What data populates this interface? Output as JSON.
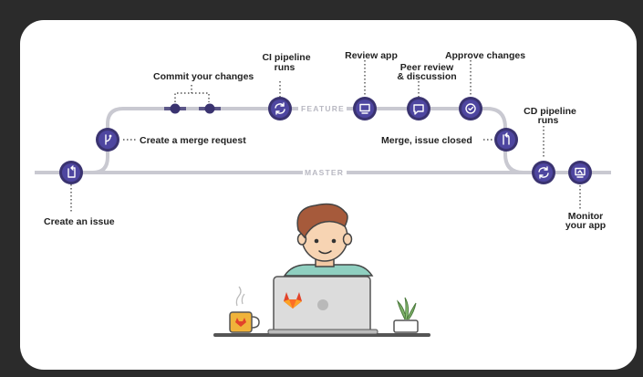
{
  "labels": {
    "create_issue": "Create an issue",
    "merge_request": "Create a merge request",
    "commit_changes": "Commit your changes",
    "ci_pipeline_1": "CI pipeline",
    "ci_pipeline_2": "runs",
    "review_app": "Review app",
    "peer_review_1": "Peer review",
    "peer_review_2": "& discussion",
    "approve_changes": "Approve changes",
    "cd_pipeline_1": "CD pipeline",
    "cd_pipeline_2": "runs",
    "merge_closed": "Merge, issue closed",
    "monitor_1": "Monitor",
    "monitor_2": "your app"
  },
  "tracks": {
    "feature": "FEATURE",
    "master": "MASTER"
  },
  "colors": {
    "node": "#3a3370",
    "track": "#c9c9d1",
    "background": "#2b2b2b",
    "card": "#ffffff"
  },
  "icons": [
    "issue-icon",
    "branch-icon",
    "commit-dot-icon",
    "pipeline-icon",
    "monitor-icon",
    "comment-icon",
    "check-icon",
    "merge-icon",
    "gitlab-logo-icon",
    "coffee-mug-icon",
    "plant-icon",
    "laptop-icon"
  ]
}
